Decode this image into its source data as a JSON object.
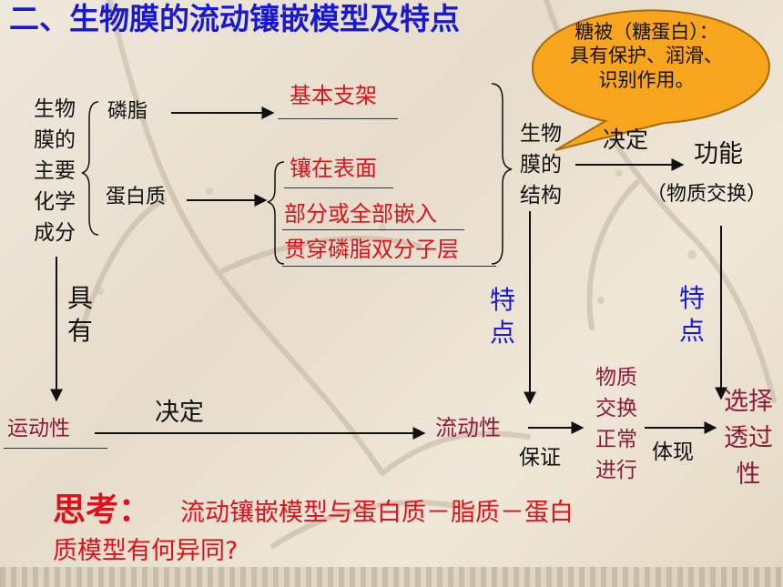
{
  "title": "二、生物膜的流动镶嵌模型及特点",
  "callout": {
    "lines": [
      "糖被（糖蛋白）：",
      "具有保护、润滑、",
      "识别作用。"
    ]
  },
  "composition_label": [
    "生物",
    "膜的",
    "主要",
    "化学",
    "成分"
  ],
  "phospholipid": "磷脂",
  "protein": "蛋白质",
  "basic_frame": "基本支架",
  "protein_positions": [
    "镶在表面",
    "部分或全部嵌入",
    "贯穿磷脂双分子层"
  ],
  "structure_label": [
    "生物",
    "膜的",
    "结构"
  ],
  "determines_top": "决定",
  "function": "功能",
  "function_sub": "（物质交换）",
  "has_label": [
    "具",
    "有"
  ],
  "feature_left": [
    "特",
    "点"
  ],
  "feature_right": [
    "特",
    "点"
  ],
  "motility": "运动性",
  "determines_bottom": "决定",
  "fluidity": "流动性",
  "guarantee": "保证",
  "exchange": [
    "物质",
    "交换",
    "正常",
    "进行"
  ],
  "embodies": "体现",
  "selective": [
    "选择",
    "透过",
    "性"
  ],
  "question_prefix": "思考：",
  "question_line1": "流动镶嵌模型与蛋白质－脂质－蛋白",
  "question_line2": "质模型有何异同?",
  "colors": {
    "red": "#e0101a",
    "blue": "#1919d2",
    "maroon": "#8e1a3a",
    "callout_fill": "#f7a51c"
  }
}
